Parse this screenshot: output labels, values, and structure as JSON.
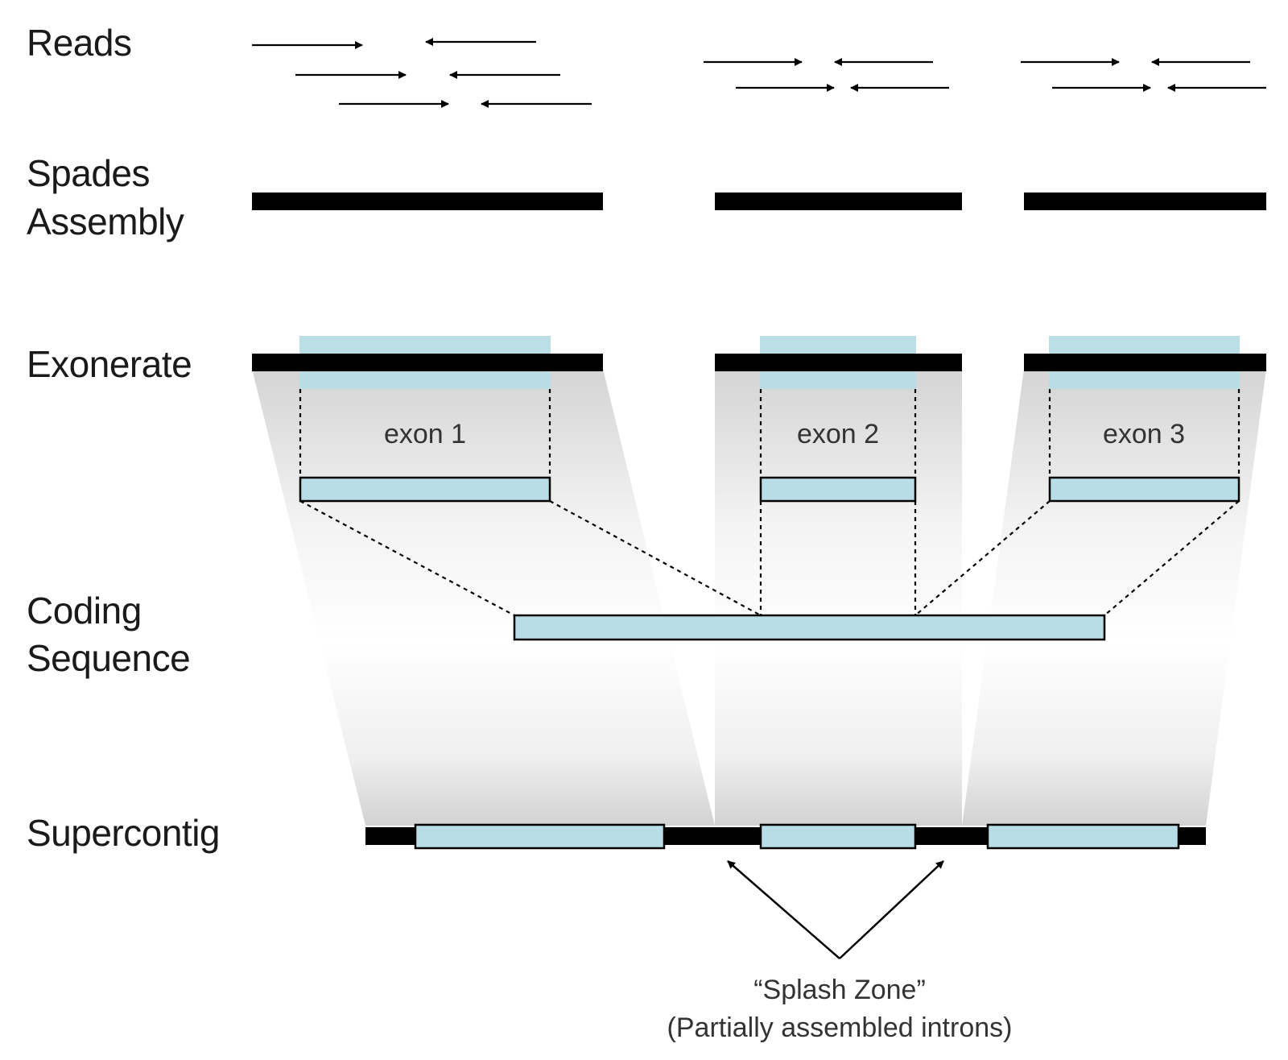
{
  "rows": {
    "reads": [
      "Reads"
    ],
    "spades": [
      "Spades",
      "Assembly"
    ],
    "exonerate": [
      "Exonerate"
    ],
    "coding": [
      "Coding",
      "Sequence"
    ],
    "supercontig": [
      "Supercontig"
    ]
  },
  "exons": [
    {
      "label": "exon 1"
    },
    {
      "label": "exon 2"
    },
    {
      "label": "exon 3"
    }
  ],
  "splash_zone": {
    "line1": "“Splash Zone”",
    "line2": "(Partially assembled introns)"
  },
  "colors": {
    "exon_fill": "#b8dde6",
    "contig_bar": "#000000"
  }
}
